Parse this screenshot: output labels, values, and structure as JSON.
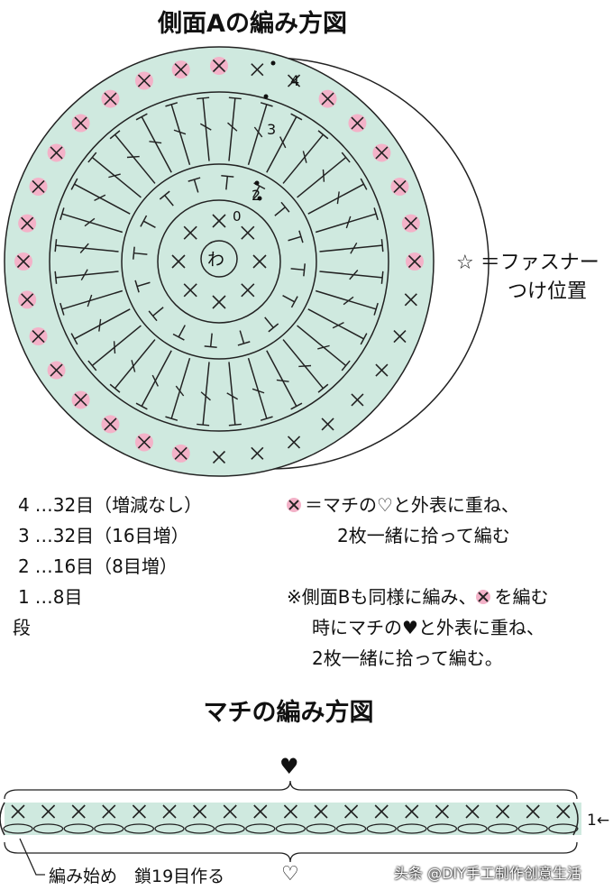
{
  "titles": {
    "side": "側面Aの編み方図",
    "gusset": "マチの編み方図"
  },
  "ring_labels": {
    "center": "わ",
    "r1": "0",
    "r2": "2",
    "r3": "3",
    "r4": "4"
  },
  "zipper_note": {
    "line1": "☆ ＝ファスナー",
    "line2": "つけ位置"
  },
  "rows": [
    {
      "num": "4",
      "text": "…32目（増減なし）"
    },
    {
      "num": "3",
      "text": "…32目（16目増）"
    },
    {
      "num": "2",
      "text": "…16目（8目増）"
    },
    {
      "num": "1",
      "text": "…8目"
    }
  ],
  "row_unit": "段",
  "legend": {
    "line1": "＝マチの♡と外表に重ね、",
    "line2": "2枚一緒に拾って編む",
    "note_a": "※側面Bも同様に編み、",
    "note_b": "を編む",
    "note_c": "時にマチの",
    "heart_filled": "♥",
    "note_d": "と外表に重ね、",
    "note_e": "2枚一緒に拾って編む。"
  },
  "gusset": {
    "heart_top": "♥",
    "heart_bottom": "♡",
    "start_label": "編み始め　鎖19目作る",
    "row_label": "1←",
    "stitch_count": 19
  },
  "watermark": "头条 @DIY手工制作创意生活",
  "colors": {
    "fill": "#cfe9df",
    "mark": "#f3b2c8",
    "line": "#222222"
  }
}
